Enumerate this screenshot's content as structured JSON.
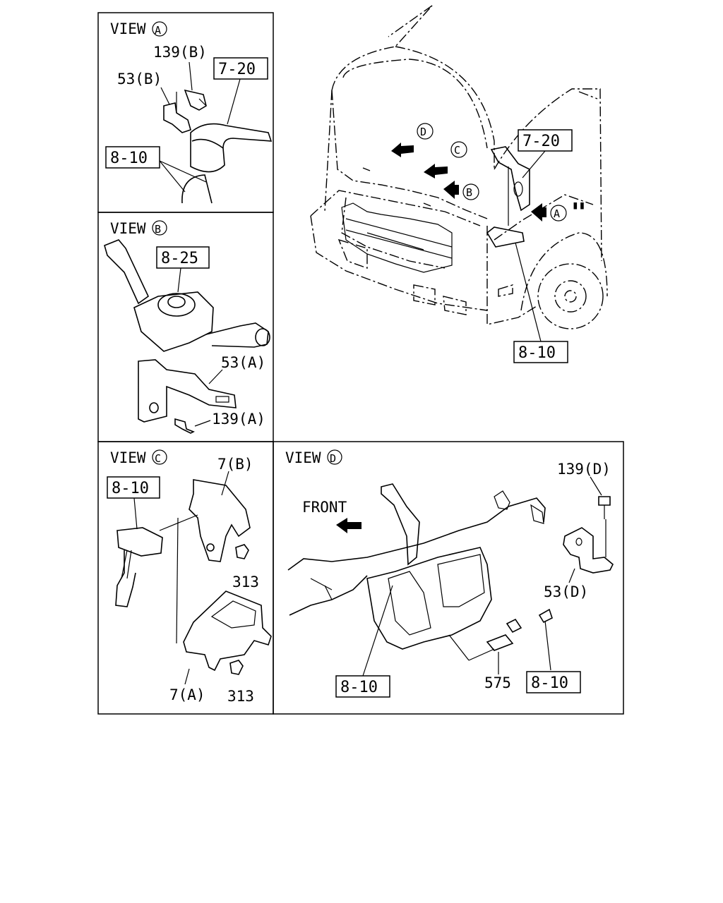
{
  "views": {
    "a": {
      "title": "VIEW",
      "letter": "A"
    },
    "b": {
      "title": "VIEW",
      "letter": "B"
    },
    "c": {
      "title": "VIEW",
      "letter": "C"
    },
    "d": {
      "title": "VIEW",
      "letter": "D"
    }
  },
  "view_a": {
    "part_139b": "139(B)",
    "part_53b": "53(B)",
    "ref_7_20": "7-20",
    "ref_8_10": "8-10"
  },
  "view_b": {
    "ref_8_25": "8-25",
    "part_53a": "53(A)",
    "part_139a": "139(A)"
  },
  "view_c": {
    "ref_8_10": "8-10",
    "part_7b": "7(B)",
    "part_313_top": "313",
    "part_313_bottom": "313",
    "part_7a": "7(A)"
  },
  "view_d": {
    "front_label": "FRONT",
    "part_139d": "139(D)",
    "part_53d": "53(D)",
    "ref_8_10_left": "8-10",
    "part_575": "575",
    "ref_8_10_right": "8-10"
  },
  "truck": {
    "ref_7_20": "7-20",
    "ref_8_10": "8-10",
    "arrow_a": "A",
    "arrow_b": "B",
    "arrow_c": "C",
    "arrow_d": "D"
  }
}
